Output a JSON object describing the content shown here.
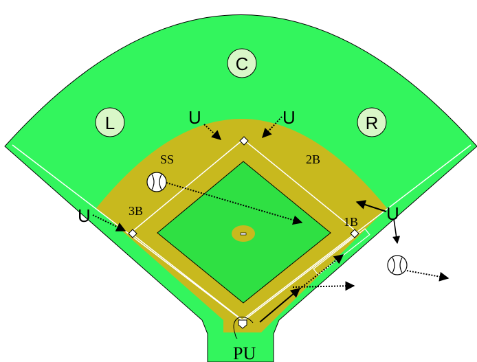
{
  "diagram": {
    "outfielders": {
      "left": "L",
      "center": "C",
      "right": "R"
    },
    "umpires": {
      "left_field_line": "U",
      "second_base_left": "U",
      "second_base_right": "U",
      "first_base_line": "U",
      "plate": "PU"
    },
    "infield_positions": {
      "shortstop": "SS",
      "second_base": "2B",
      "third_base": "3B",
      "first_base": "1B"
    },
    "colors": {
      "grass": "#33f55d",
      "infield_dirt": "#c8b91e",
      "infield_grass": "#2fe043",
      "line": "#ffffff",
      "outline": "#000000",
      "label_circle": "#d9f7c8"
    }
  }
}
